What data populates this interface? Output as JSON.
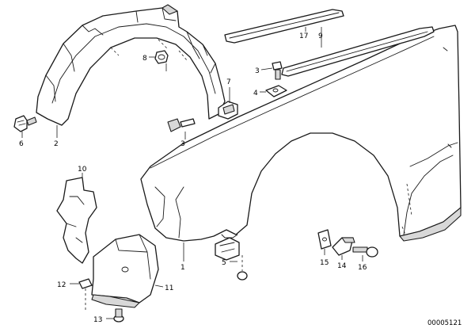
{
  "callouts": {
    "c1": "1",
    "c2": "2",
    "c3a": "3",
    "c3b": "3",
    "c4": "4",
    "c5": "5",
    "c6": "6",
    "c7": "7",
    "c8": "8",
    "c9": "9",
    "c10": "10",
    "c11": "11",
    "c12": "12",
    "c13": "13",
    "c14": "14",
    "c15": "15",
    "c16": "16",
    "c17": "17"
  },
  "document_id": "00005121"
}
